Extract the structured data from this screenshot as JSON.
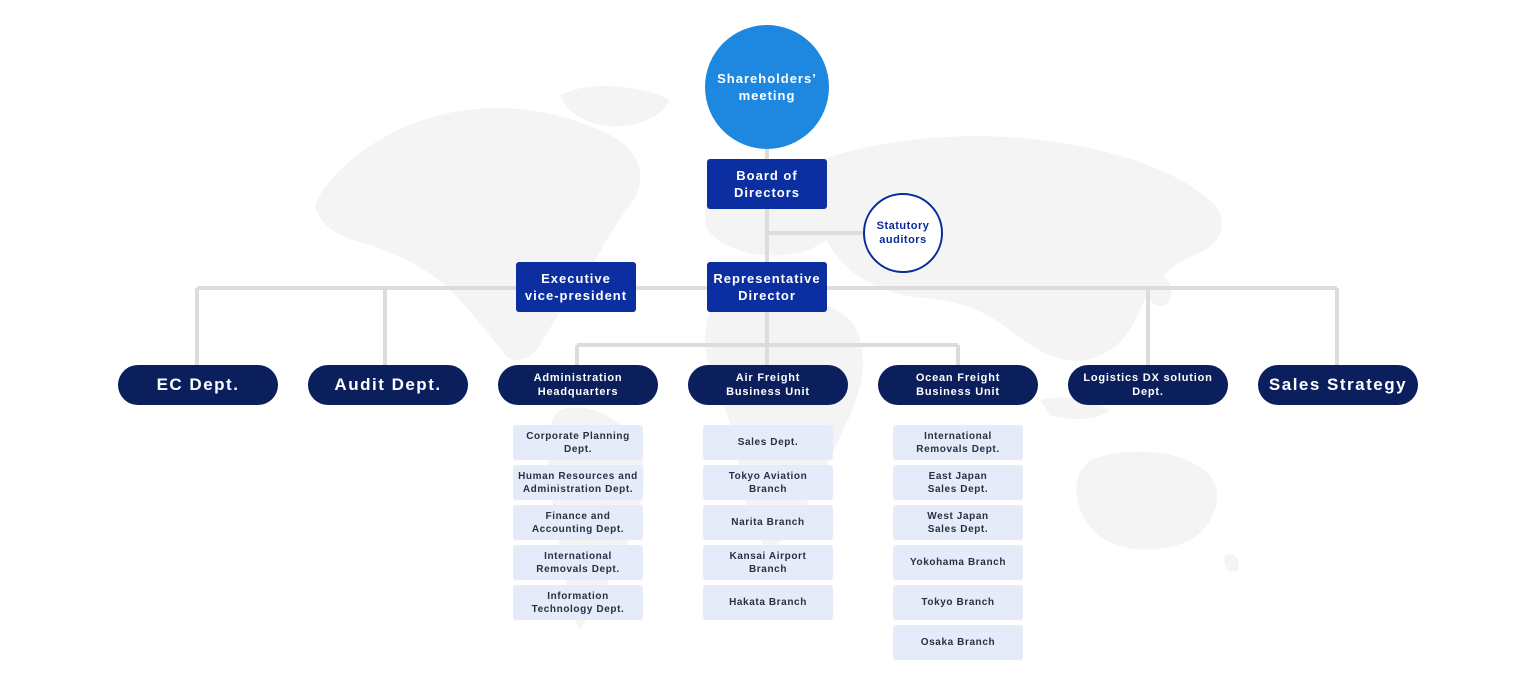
{
  "shareholders": "Shareholders’\nmeeting",
  "board": "Board of\nDirectors",
  "auditors": "Statutory\nauditors",
  "executive_vp": "Executive\nvice-president",
  "rep_director": "Representative\nDirector",
  "departments": [
    "EC Dept.",
    "Audit Dept.",
    "Administration\nHeadquarters",
    "Air Freight\nBusiness Unit",
    "Ocean Freight\nBusiness Unit",
    "Logistics DX solution\nDept.",
    "Sales Strategy"
  ],
  "admin_subs": [
    "Corporate Planning\nDept.",
    "Human Resources and\nAdministration Dept.",
    "Finance and\nAccounting Dept.",
    "International\nRemovals Dept.",
    "Information\nTechnology Dept."
  ],
  "air_subs": [
    "Sales Dept.",
    "Tokyo Aviation\nBranch",
    "Narita Branch",
    "Kansai Airport\nBranch",
    "Hakata Branch"
  ],
  "ocean_subs": [
    "International\nRemovals Dept.",
    "East Japan\nSales Dept.",
    "West Japan\nSales Dept.",
    "Yokohama Branch",
    "Tokyo Branch",
    "Osaka Branch"
  ],
  "colors": {
    "shareholders": "#1e88e0",
    "executive": "#0b2fa0",
    "department": "#0b1f5c",
    "sub_unit": "#e5ebf9",
    "connector": "#dcdcdc",
    "map": "#f4f4f4"
  }
}
